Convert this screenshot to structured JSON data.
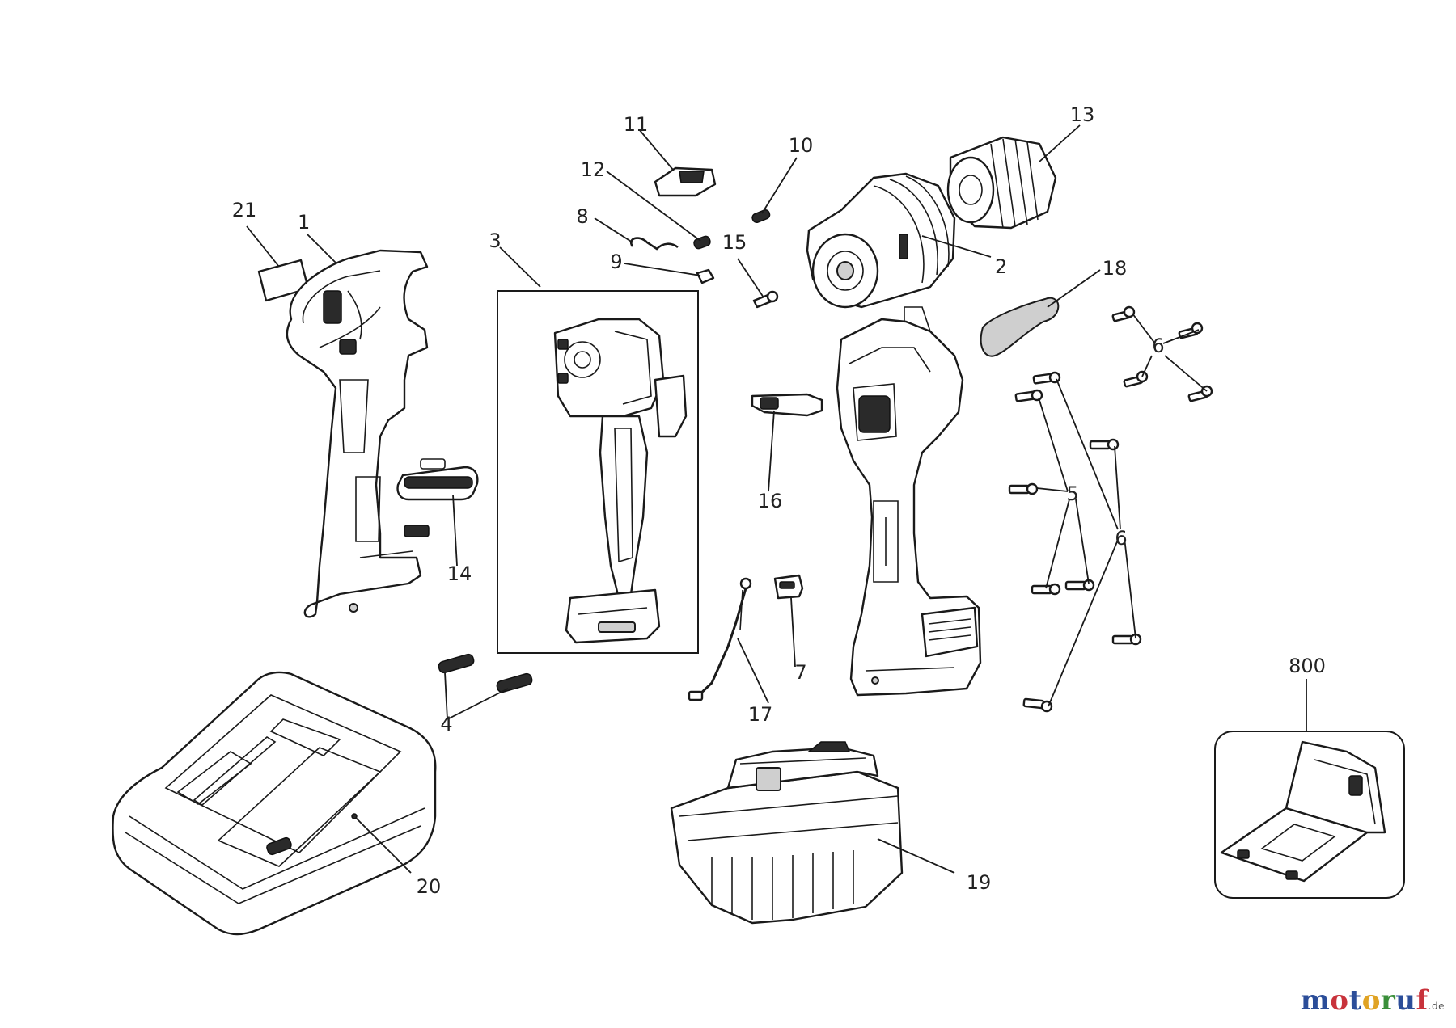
{
  "callouts": [
    "1",
    "2",
    "3",
    "4",
    "5",
    "6",
    "7",
    "8",
    "9",
    "10",
    "11",
    "12",
    "13",
    "14",
    "15",
    "16",
    "17",
    "18",
    "19",
    "20",
    "21",
    "800"
  ],
  "watermark": {
    "letters": [
      "m",
      "o",
      "t",
      "o",
      "r",
      "u",
      "f"
    ],
    "suffix": ".de",
    "colors": [
      "#2b4d99",
      "#c8323b",
      "#2b4d99",
      "#e0a324",
      "#3a8f3a",
      "#2b4d99",
      "#c8323b"
    ]
  }
}
